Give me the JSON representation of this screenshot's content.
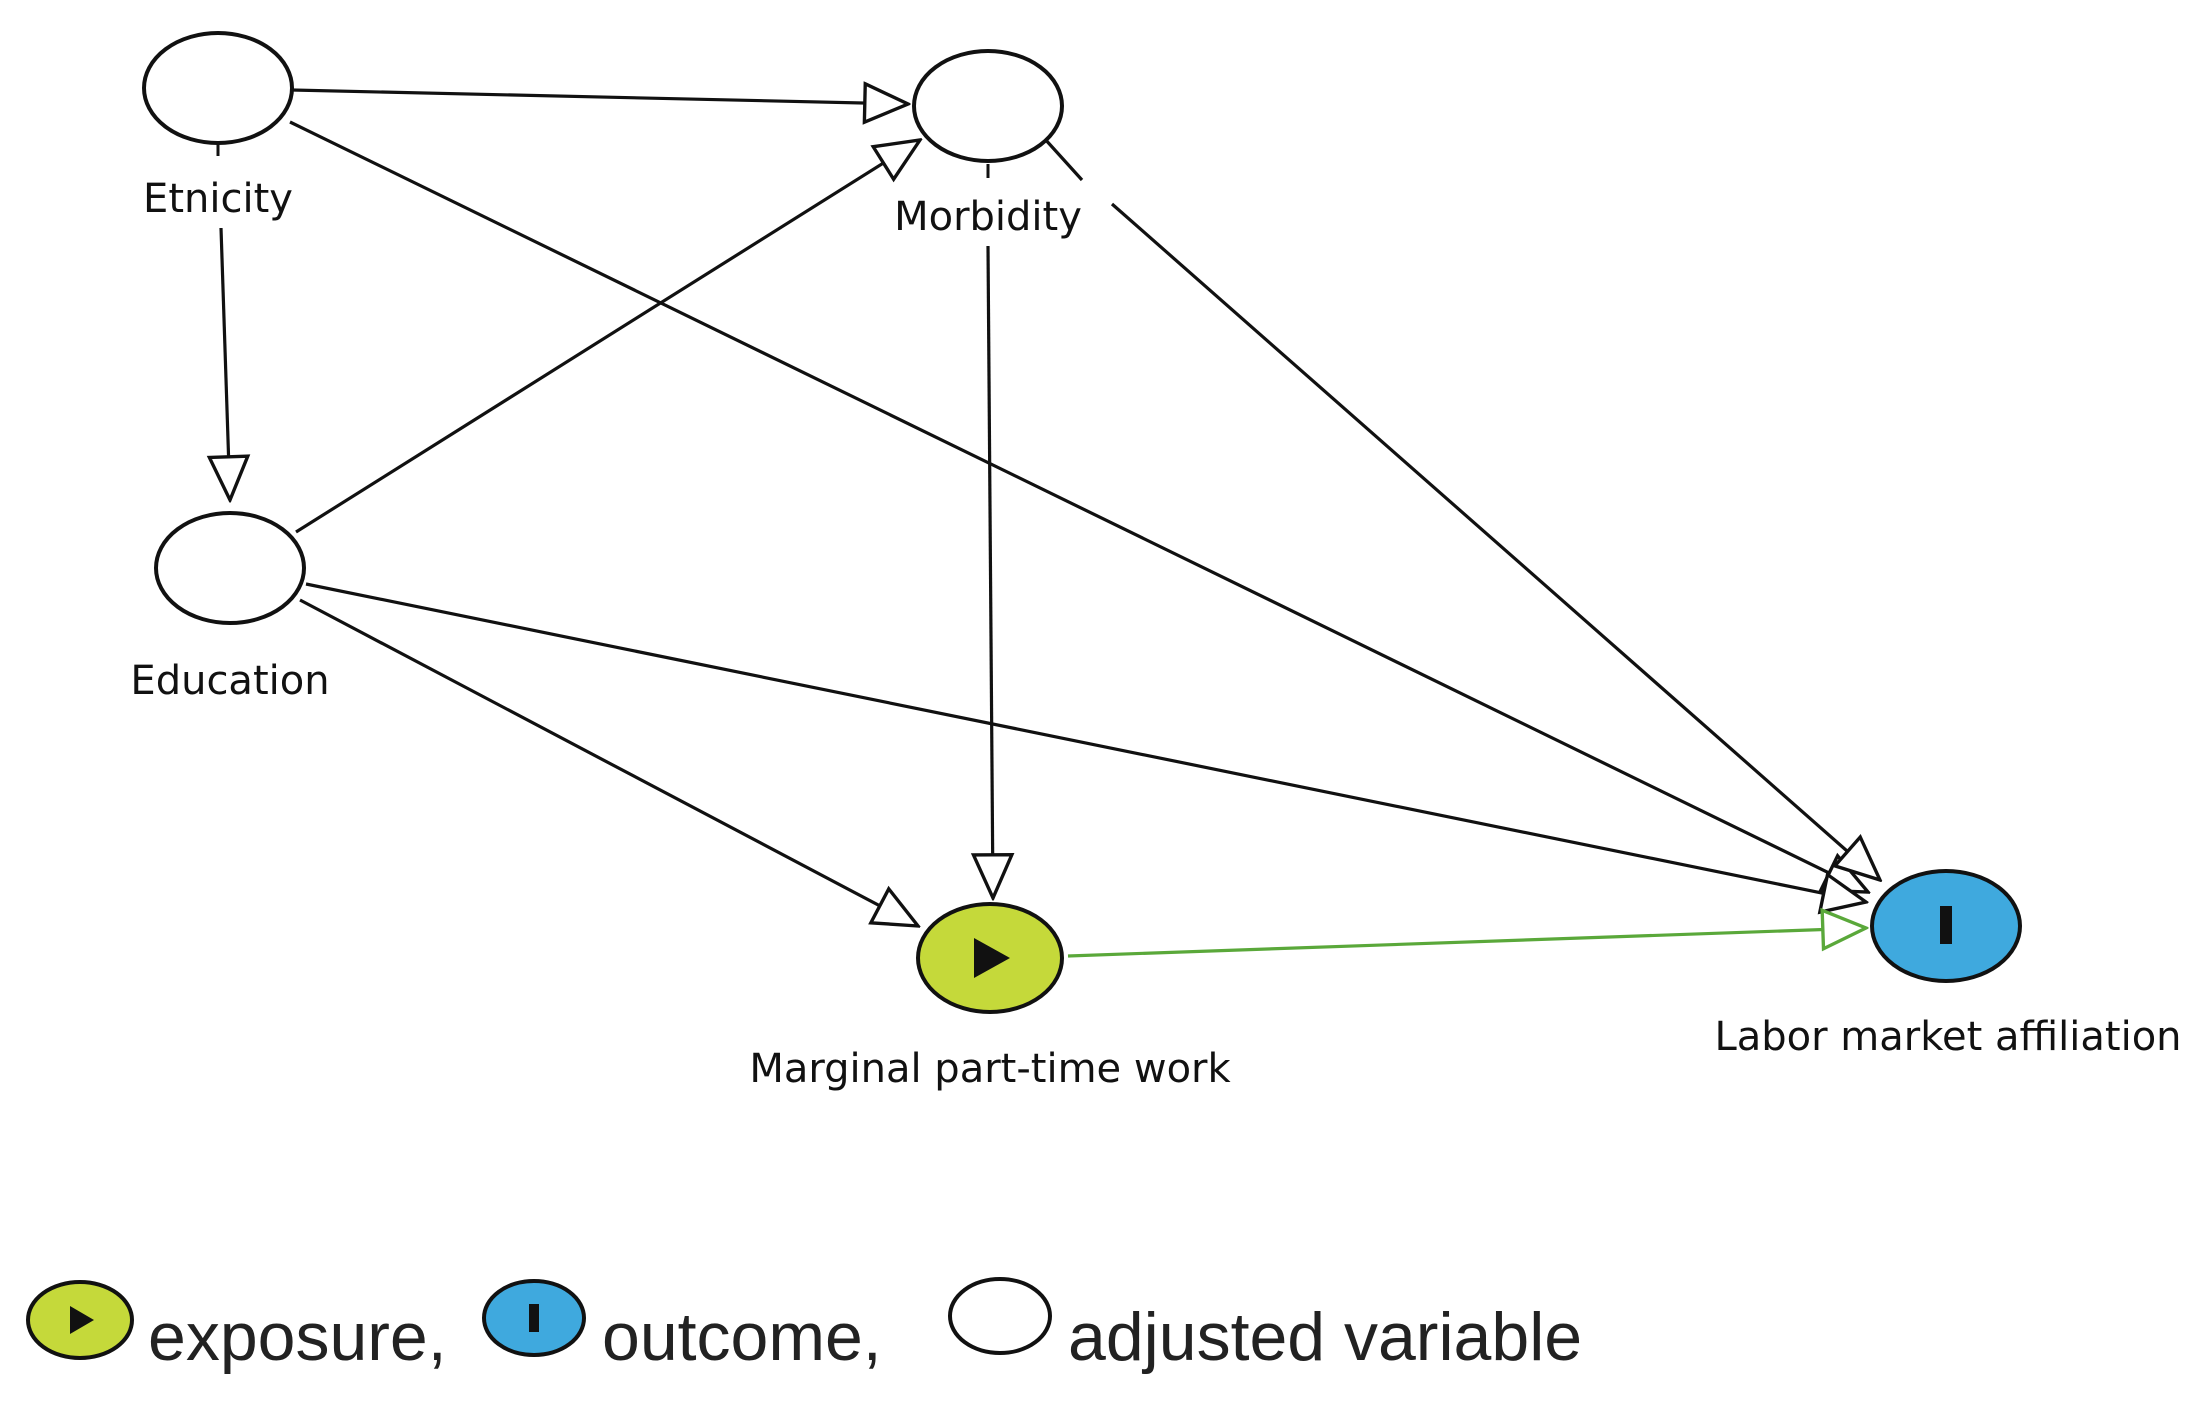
{
  "colors": {
    "exposure": "#c5d93a",
    "outcome": "#3fa9de",
    "adjusted": "#ffffff",
    "edge": "#111111",
    "causal_edge": "#5aa83a"
  },
  "nodes": {
    "etnicity": {
      "label": "Etnicity",
      "type": "adjusted"
    },
    "morbidity": {
      "label": "Morbidity",
      "type": "adjusted"
    },
    "education": {
      "label": "Education",
      "type": "adjusted"
    },
    "exposure": {
      "label": "Marginal part-time work",
      "type": "exposure",
      "icon": "play-icon"
    },
    "outcome": {
      "label": "Labor market affiliation",
      "type": "outcome",
      "icon": "bar-icon"
    }
  },
  "edges": [
    {
      "from": "etnicity",
      "to": "morbidity"
    },
    {
      "from": "etnicity",
      "to": "education"
    },
    {
      "from": "etnicity",
      "to": "outcome"
    },
    {
      "from": "education",
      "to": "morbidity"
    },
    {
      "from": "education",
      "to": "exposure"
    },
    {
      "from": "education",
      "to": "outcome"
    },
    {
      "from": "morbidity",
      "to": "exposure"
    },
    {
      "from": "morbidity",
      "to": "outcome"
    },
    {
      "from": "exposure",
      "to": "outcome",
      "causal": true
    }
  ],
  "legend": {
    "exposure_label": "exposure,",
    "outcome_label": "outcome,",
    "adjusted_label": "adjusted variable"
  }
}
